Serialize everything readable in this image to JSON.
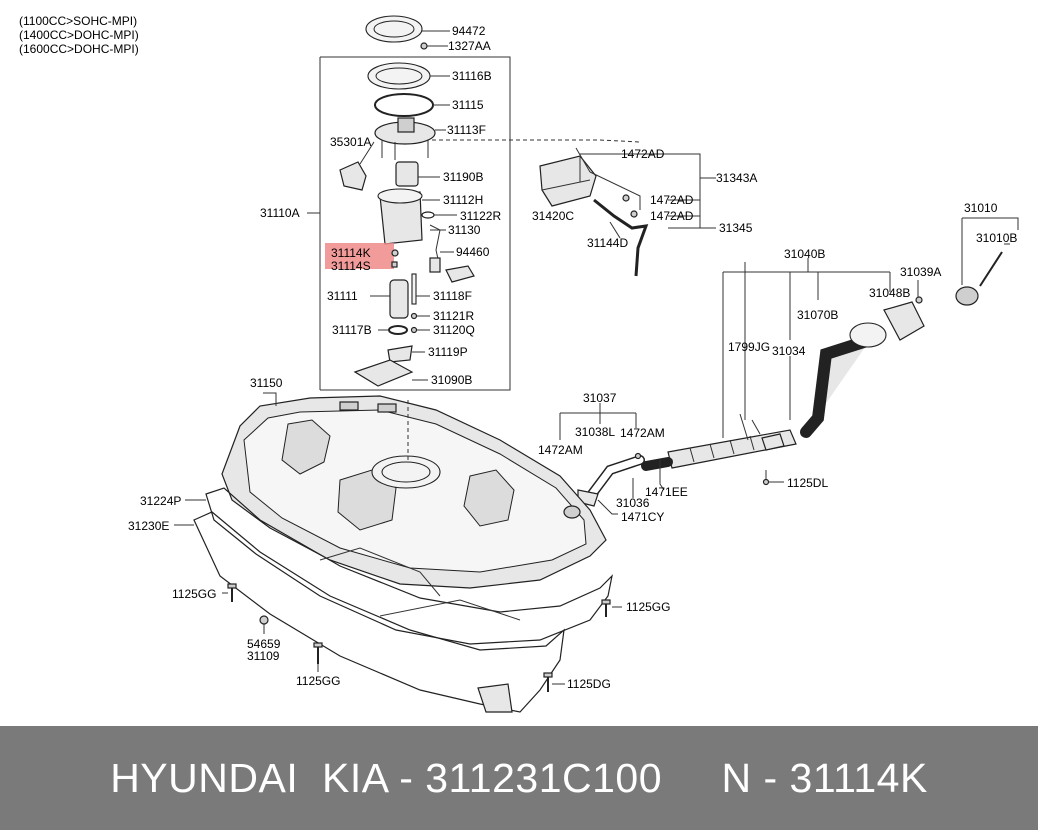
{
  "engine_variants": [
    "(1100CC>SOHC-MPI)",
    "(1400CC>DOHC-MPI)",
    "(1600CC>DOHC-MPI)"
  ],
  "highlight_color": "#f08a8a",
  "footer_color": "#7a7a7a",
  "footer_text": "HYUNDAI  KIA - 311231C100     N - 31114K",
  "labels": {
    "p94472": "94472",
    "p1327AA": "1327AA",
    "p31116B": "31116B",
    "p31115": "31115",
    "p31113F": "31113F",
    "p35301A": "35301A",
    "p31190B": "31190B",
    "p31112H": "31112H",
    "p31110A": "31110A",
    "p31122R": "31122R",
    "p31130": "31130",
    "p31114K": "31114K",
    "p94460": "94460",
    "p31114S": "31114S",
    "p31111": "31111",
    "p31118F": "31118F",
    "p31121R": "31121R",
    "p31117B": "31117B",
    "p31120Q": "31120Q",
    "p31119P": "31119P",
    "p31090B": "31090B",
    "p1472AD_a": "1472AD",
    "p31343A": "31343A",
    "p1472AD_b": "1472AD",
    "p31420C": "31420C",
    "p1472AD_c": "1472AD",
    "p31345": "31345",
    "p31144D": "31144D",
    "p31010": "31010",
    "p31010B": "31010B",
    "p31040B": "31040B",
    "p31039A": "31039A",
    "p31048B": "31048B",
    "p31070B": "31070B",
    "p1799JG": "1799JG",
    "p31034": "31034",
    "p31150": "31150",
    "p31037": "31037",
    "p31038L": "31038L",
    "p1472AM_a": "1472AM",
    "p1472AM_b": "1472AM",
    "p31036": "31036",
    "p1471EE": "1471EE",
    "p1125DL": "1125DL",
    "p1471CY": "1471CY",
    "p31224P": "31224P",
    "p31230E": "31230E",
    "p1125GG_a": "1125GG",
    "p1125GG_b": "1125GG",
    "p54659": "54659",
    "p31109": "31109",
    "p1125GG_c": "1125GG",
    "p1125DG": "1125DG"
  }
}
